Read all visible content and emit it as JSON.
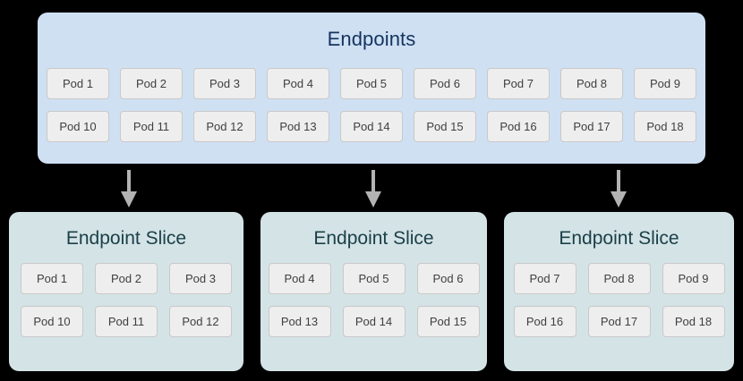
{
  "background_color": "#000000",
  "endpoints": {
    "title": "Endpoints",
    "panel_color": "#cfe0f3",
    "title_color": "#14345e",
    "rows": [
      [
        "Pod 1",
        "Pod 2",
        "Pod 3",
        "Pod 4",
        "Pod 5",
        "Pod 6",
        "Pod 7",
        "Pod 8",
        "Pod 9"
      ],
      [
        "Pod 10",
        "Pod 11",
        "Pod 12",
        "Pod 13",
        "Pod 14",
        "Pod 15",
        "Pod 16",
        "Pod 17",
        "Pod 18"
      ]
    ]
  },
  "arrows": [
    {
      "name": "arrow-down-icon",
      "color": "#b3b3b3"
    },
    {
      "name": "arrow-down-icon",
      "color": "#b3b3b3"
    },
    {
      "name": "arrow-down-icon",
      "color": "#b3b3b3"
    }
  ],
  "slices": [
    {
      "title": "Endpoint Slice",
      "panel_color": "#d4e3e6",
      "title_color": "#1b4049",
      "rows": [
        [
          "Pod 1",
          "Pod 2",
          "Pod 3"
        ],
        [
          "Pod 10",
          "Pod 11",
          "Pod 12"
        ]
      ]
    },
    {
      "title": "Endpoint Slice",
      "panel_color": "#d4e3e6",
      "title_color": "#1b4049",
      "rows": [
        [
          "Pod 4",
          "Pod 5",
          "Pod 6"
        ],
        [
          "Pod 13",
          "Pod 14",
          "Pod 15"
        ]
      ]
    },
    {
      "title": "Endpoint Slice",
      "panel_color": "#d4e3e6",
      "title_color": "#1b4049",
      "rows": [
        [
          "Pod 7",
          "Pod 8",
          "Pod 9"
        ],
        [
          "Pod 16",
          "Pod 17",
          "Pod 18"
        ]
      ]
    }
  ],
  "pod_chip_style": {
    "fill": "#eeeeee",
    "border": "#c9c9c9",
    "text": "#3f3f3f"
  }
}
